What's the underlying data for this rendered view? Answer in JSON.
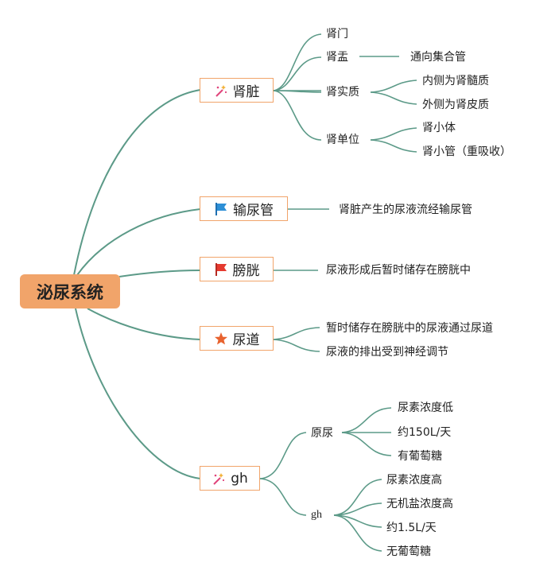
{
  "root": {
    "label": "泌尿系统"
  },
  "branches": [
    {
      "label": "肾脏",
      "icon": "magic-wand-icon",
      "children": [
        {
          "label": "肾门"
        },
        {
          "label": "肾盂",
          "children": [
            {
              "label": "通向集合管"
            }
          ]
        },
        {
          "label": "肾实质",
          "children": [
            {
              "label": "内侧为肾髓质"
            },
            {
              "label": "外侧为肾皮质"
            }
          ]
        },
        {
          "label": "肾单位",
          "children": [
            {
              "label": "肾小体"
            },
            {
              "label": "肾小管（重吸收）"
            }
          ]
        }
      ]
    },
    {
      "label": "输尿管",
      "icon": "blue-flag-icon",
      "children": [
        {
          "label": "肾脏产生的尿液流经输尿管"
        }
      ]
    },
    {
      "label": "膀胱",
      "icon": "red-flag-icon",
      "children": [
        {
          "label": "尿液形成后暂时储存在膀胱中"
        }
      ]
    },
    {
      "label": "尿道",
      "icon": "star-icon",
      "children": [
        {
          "label": "暂时储存在膀胱中的尿液通过尿道"
        },
        {
          "label": "尿液的排出受到神经调节"
        }
      ]
    },
    {
      "label": "gh",
      "icon": "magic-wand-icon",
      "children": [
        {
          "label": "原尿",
          "children": [
            {
              "label": "尿素浓度低"
            },
            {
              "label": "约150L/天"
            },
            {
              "label": "有葡萄糖"
            }
          ]
        },
        {
          "label": "gh",
          "children": [
            {
              "label": "尿素浓度高"
            },
            {
              "label": "无机盐浓度高"
            },
            {
              "label": "约1.5L/天"
            },
            {
              "label": "无葡萄糖"
            }
          ]
        }
      ]
    }
  ],
  "colors": {
    "connector": "#5c9a88",
    "root_fill": "#f1a46a",
    "branch_border": "#f1a46a",
    "flag_blue": "#2d8fd6",
    "flag_red": "#e53a2f",
    "star": "#e8622e",
    "wand": "#e0457b"
  }
}
